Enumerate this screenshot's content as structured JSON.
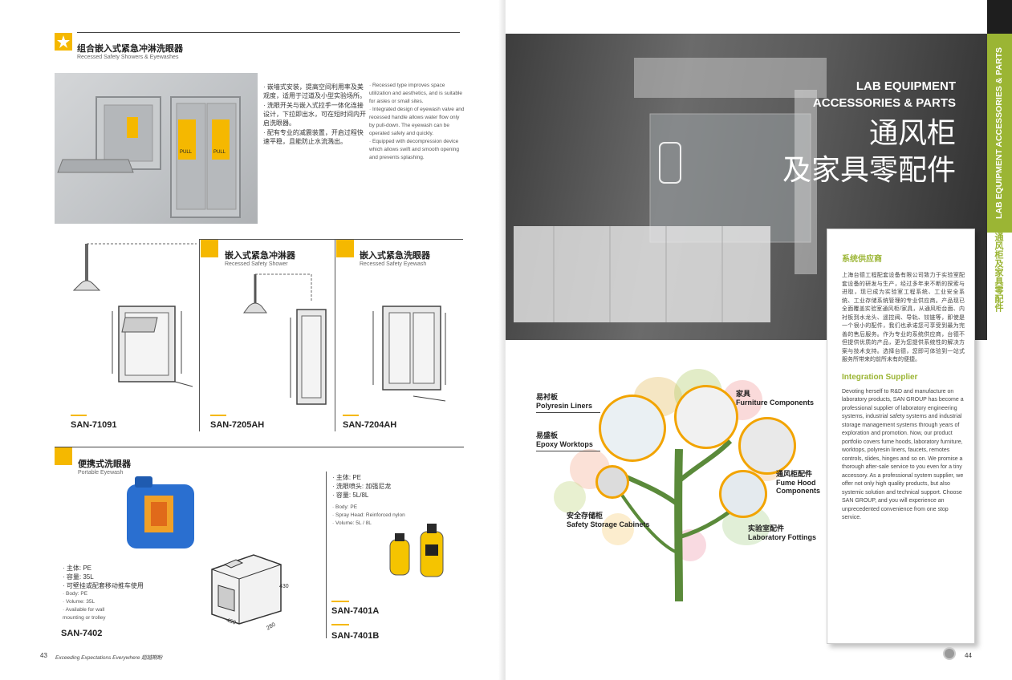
{
  "left": {
    "s1": {
      "title_cn": "组合嵌入式紧急冲淋洗眼器",
      "title_en": "Recessed Safety Showers & Eyewashes",
      "bullets_cn": [
        "嵌墙式安装，提高空间利用率及美观度，适用于过道及小型实验场所。",
        "洗眼开关与嵌入式拉手一体化连接设计，下拉即出水，可在短时间内开启洗眼器。",
        "配有专业的减震装置，开启过程快速平稳，且能防止水流溅出。"
      ],
      "bullets_en": [
        "Recessed type improves space utilization and aesthetics, and is suitable for aisles or small sites.",
        "Integrated design of eyewash valve and recessed handle allows water flow only by pull-down. The eyewash can be operated safely and quickly.",
        "Equipped with decompression device which allows swift and smooth opening and prevents splashing."
      ],
      "sign_pull": "PULL"
    },
    "d1": {
      "model": "SAN-71091"
    },
    "d2": {
      "title_cn": "嵌入式紧急冲淋器",
      "title_en": "Recessed Safety Shower",
      "model": "SAN-7205AH"
    },
    "d3": {
      "title_cn": "嵌入式紧急洗眼器",
      "title_en": "Recessed Safety Eyewash",
      "model": "SAN-7204AH"
    },
    "s2": {
      "title_cn": "便携式洗眼器",
      "title_en": "Portable Eyewash",
      "a": {
        "bullets_cn": [
          "主体: PE",
          "容量: 35L",
          "可壁挂或配套移动推车使用"
        ],
        "bullets_en": [
          "Body: PE",
          "Volume: 35L",
          "Available for wall mounting or trolley"
        ],
        "model": "SAN-7402",
        "dims": [
          "430",
          "450",
          "280"
        ]
      },
      "b": {
        "bullets_cn": [
          "主体: PE",
          "洗眼喷头: 加强尼龙",
          "容量: 5L/8L"
        ],
        "bullets_en": [
          "Body: PE",
          "Spray Head: Reinforced nylon",
          "Volume: 5L / 8L"
        ],
        "models": [
          "SAN-7401A",
          "SAN-7401B"
        ]
      }
    },
    "footer": {
      "page": "43",
      "slogan": "Exceeding Expectations Everywhere 超越期盼"
    }
  },
  "right": {
    "hero": {
      "line1": "LAB EQUIPMENT",
      "line2": "ACCESSORIES & PARTS",
      "cn1": "通风柜",
      "cn2": "及家具零配件"
    },
    "tab": {
      "en": "LAB EQUIPMENT ACCESSORIES & PARTS",
      "cn": "通风柜及家具零配件"
    },
    "box": {
      "title_cn": "系统供应商",
      "text_cn": "上海台德工程配套设备有限公司致力于实验室配套设备的研发与生产，经过多年来不断的探索与进取，现已成为实验室工程系统、工业安全系统、工业存储系统管理的专业供应商。产品现已全面覆盖实验室通风柜/家具，从通风柜台面、内衬板到水龙头、遥控阀、导轨、铰链等，即使是一个很小的配件，我们也承诺您可享受到最为完善的售后服务。作为专业的系统供应商，台德不但提供优质的产品，更为您提供系统性的解决方案与技术支持。选择台德，您即可体验到一站式服务所带来的前所未有的便捷。",
      "title_en": "Integration Supplier",
      "text_en": "Devoting herself to R&D and manufacture on laboratory products, SAN GROUP has become a professional supplier of laboratory engineering systems, industrial safety systems and industrial storage management systems through years of exploration and promotion. Now, our product portfolio covers fume hoods, laboratory furniture, worktops, polyresin liners, faucets, remotes controls, slides, hinges and so on. We promise a thorough after-sale service to you even for a tiny accessory. As a professional system supplier, we offer not only high quality products, but also systemic solution and technical support. Choose SAN GROUP, and you will experience an unprecedented convenience from one stop service."
    },
    "tree": {
      "liners_cn": "易衬板",
      "liners_en": "Polyresin Liners",
      "worktops_cn": "易盛板",
      "worktops_en": "Epoxy Worktops",
      "furn_cn": "家具",
      "furn_en": "Furniture Components",
      "fume_cn": "通风柜配件",
      "fume_en": "Fume Hood Components",
      "storage_cn": "安全存储柜",
      "storage_en": "Safety Storage Cabinets",
      "lab_cn": "实验室配件",
      "lab_en": "Laboratory Fottings"
    },
    "footer": {
      "page": "44"
    }
  },
  "colors": {
    "accent": "#f5b800",
    "green": "#9bb534",
    "tab_dark": "#1e1e1e",
    "orange": "#f2a400"
  }
}
